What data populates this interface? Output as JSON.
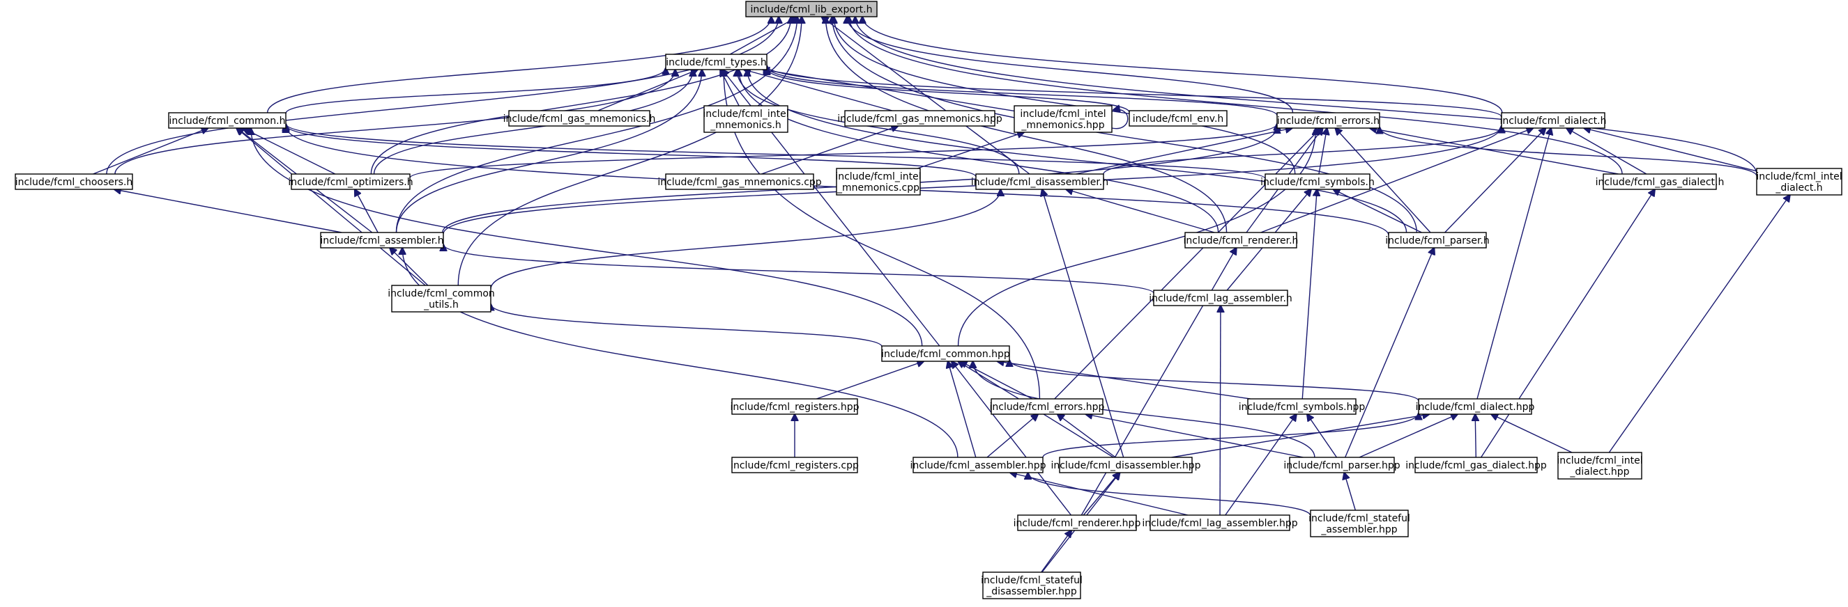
{
  "colors": {
    "edge": "#191970",
    "node_fill": "#ffffff",
    "root_fill": "#bfbfbf",
    "node_border": "#000000"
  },
  "nodes": [
    {
      "id": "lib_export",
      "lines": [
        "include/fcml_lib_export.h"
      ],
      "root": true
    },
    {
      "id": "types_h",
      "lines": [
        "include/fcml_types.h"
      ]
    },
    {
      "id": "common_h",
      "lines": [
        "include/fcml_common.h"
      ]
    },
    {
      "id": "gas_mnem_h",
      "lines": [
        "include/fcml_gas_mnemonics.h"
      ]
    },
    {
      "id": "intel_mnem_h",
      "lines": [
        "include/fcml_intel",
        "_mnemonics.h"
      ]
    },
    {
      "id": "gas_mnem_hpp",
      "lines": [
        "include/fcml_gas_mnemonics.hpp"
      ]
    },
    {
      "id": "intel_mnem_hpp",
      "lines": [
        "include/fcml_intel",
        "_mnemonics.hpp"
      ]
    },
    {
      "id": "env_h",
      "lines": [
        "include/fcml_env.h"
      ]
    },
    {
      "id": "errors_h",
      "lines": [
        "include/fcml_errors.h"
      ]
    },
    {
      "id": "dialect_h",
      "lines": [
        "include/fcml_dialect.h"
      ]
    },
    {
      "id": "choosers_h",
      "lines": [
        "include/fcml_choosers.h"
      ]
    },
    {
      "id": "optimizers_h",
      "lines": [
        "include/fcml_optimizers.h"
      ]
    },
    {
      "id": "gas_mnem_cpp",
      "lines": [
        "include/fcml_gas_mnemonics.cpp"
      ]
    },
    {
      "id": "intel_mnem_cpp",
      "lines": [
        "include/fcml_intel",
        "_mnemonics.cpp"
      ]
    },
    {
      "id": "disassembler_h",
      "lines": [
        "include/fcml_disassembler.h"
      ]
    },
    {
      "id": "symbols_h",
      "lines": [
        "include/fcml_symbols.h"
      ]
    },
    {
      "id": "gas_dialect_h",
      "lines": [
        "include/fcml_gas_dialect.h"
      ]
    },
    {
      "id": "intel_dialect_h",
      "lines": [
        "include/fcml_intel",
        "_dialect.h"
      ]
    },
    {
      "id": "assembler_h",
      "lines": [
        "include/fcml_assembler.h"
      ]
    },
    {
      "id": "renderer_h",
      "lines": [
        "include/fcml_renderer.h"
      ]
    },
    {
      "id": "parser_h",
      "lines": [
        "include/fcml_parser.h"
      ]
    },
    {
      "id": "common_utils_h",
      "lines": [
        "include/fcml_common",
        "_utils.h"
      ]
    },
    {
      "id": "lag_assembler_h",
      "lines": [
        "include/fcml_lag_assembler.h"
      ]
    },
    {
      "id": "common_hpp",
      "lines": [
        "include/fcml_common.hpp"
      ]
    },
    {
      "id": "registers_hpp",
      "lines": [
        "include/fcml_registers.hpp"
      ]
    },
    {
      "id": "errors_hpp",
      "lines": [
        "include/fcml_errors.hpp"
      ]
    },
    {
      "id": "symbols_hpp",
      "lines": [
        "include/fcml_symbols.hpp"
      ]
    },
    {
      "id": "dialect_hpp",
      "lines": [
        "include/fcml_dialect.hpp"
      ]
    },
    {
      "id": "registers_cpp",
      "lines": [
        "include/fcml_registers.cpp"
      ]
    },
    {
      "id": "assembler_hpp",
      "lines": [
        "include/fcml_assembler.hpp"
      ]
    },
    {
      "id": "disassembler_hpp",
      "lines": [
        "include/fcml_disassembler.hpp"
      ]
    },
    {
      "id": "parser_hpp",
      "lines": [
        "include/fcml_parser.hpp"
      ]
    },
    {
      "id": "gas_dialect_hpp",
      "lines": [
        "include/fcml_gas_dialect.hpp"
      ]
    },
    {
      "id": "intel_dialect_hpp",
      "lines": [
        "include/fcml_intel",
        "_dialect.hpp"
      ]
    },
    {
      "id": "stateful_asm_hpp",
      "lines": [
        "include/fcml_stateful",
        "_assembler.hpp"
      ]
    },
    {
      "id": "renderer_hpp",
      "lines": [
        "include/fcml_renderer.hpp"
      ]
    },
    {
      "id": "lag_assembler_hpp",
      "lines": [
        "include/fcml_lag_assembler.hpp"
      ]
    },
    {
      "id": "stateful_disasm_hpp",
      "lines": [
        "include/fcml_stateful",
        "_disassembler.hpp"
      ]
    }
  ],
  "edges": [
    [
      "types_h",
      "lib_export"
    ],
    [
      "common_h",
      "lib_export"
    ],
    [
      "choosers_h",
      "lib_export"
    ],
    [
      "optimizers_h",
      "lib_export"
    ],
    [
      "assembler_h",
      "lib_export"
    ],
    [
      "errors_h",
      "lib_export"
    ],
    [
      "dialect_h",
      "lib_export"
    ],
    [
      "gas_dialect_h",
      "lib_export"
    ],
    [
      "intel_dialect_h",
      "lib_export"
    ],
    [
      "disassembler_h",
      "lib_export"
    ],
    [
      "symbols_h",
      "lib_export"
    ],
    [
      "renderer_h",
      "lib_export"
    ],
    [
      "parser_h",
      "lib_export"
    ],
    [
      "common_utils_h",
      "lib_export"
    ],
    [
      "common_h",
      "types_h"
    ],
    [
      "gas_mnem_h",
      "types_h"
    ],
    [
      "intel_mnem_h",
      "types_h"
    ],
    [
      "gas_mnem_hpp",
      "types_h"
    ],
    [
      "intel_mnem_hpp",
      "types_h"
    ],
    [
      "env_h",
      "types_h"
    ],
    [
      "errors_h",
      "types_h"
    ],
    [
      "choosers_h",
      "types_h"
    ],
    [
      "optimizers_h",
      "types_h"
    ],
    [
      "assembler_h",
      "types_h"
    ],
    [
      "disassembler_h",
      "types_h"
    ],
    [
      "dialect_h",
      "types_h"
    ],
    [
      "common_hpp",
      "types_h"
    ],
    [
      "errors_hpp",
      "types_h"
    ],
    [
      "renderer_h",
      "types_h"
    ],
    [
      "parser_h",
      "types_h"
    ],
    [
      "intel_mnem_hpp",
      "intel_mnem_hpp"
    ],
    [
      "gas_mnem_cpp",
      "gas_mnem_hpp"
    ],
    [
      "intel_mnem_cpp",
      "intel_mnem_hpp"
    ],
    [
      "choosers_h",
      "common_h"
    ],
    [
      "optimizers_h",
      "common_h"
    ],
    [
      "assembler_h",
      "common_h"
    ],
    [
      "common_utils_h",
      "common_h"
    ],
    [
      "common_hpp",
      "common_h"
    ],
    [
      "disassembler_h",
      "common_h"
    ],
    [
      "parser_h",
      "common_h"
    ],
    [
      "symbols_h",
      "common_h"
    ],
    [
      "optimizers_h",
      "errors_h"
    ],
    [
      "assembler_h",
      "errors_h"
    ],
    [
      "disassembler_h",
      "errors_h"
    ],
    [
      "symbols_h",
      "errors_h"
    ],
    [
      "renderer_h",
      "errors_h"
    ],
    [
      "parser_h",
      "errors_h"
    ],
    [
      "gas_dialect_h",
      "errors_h"
    ],
    [
      "intel_dialect_h",
      "errors_h"
    ],
    [
      "common_hpp",
      "errors_h"
    ],
    [
      "errors_hpp",
      "errors_h"
    ],
    [
      "disassembler_h",
      "dialect_h"
    ],
    [
      "renderer_h",
      "dialect_h"
    ],
    [
      "parser_h",
      "dialect_h"
    ],
    [
      "gas_dialect_h",
      "dialect_h"
    ],
    [
      "intel_dialect_h",
      "dialect_h"
    ],
    [
      "assembler_h",
      "dialect_h"
    ],
    [
      "dialect_hpp",
      "dialect_h"
    ],
    [
      "assembler_h",
      "choosers_h"
    ],
    [
      "assembler_h",
      "optimizers_h"
    ],
    [
      "common_utils_h",
      "assembler_h"
    ],
    [
      "lag_assembler_h",
      "assembler_h"
    ],
    [
      "assembler_hpp",
      "assembler_h"
    ],
    [
      "renderer_h",
      "disassembler_h"
    ],
    [
      "common_utils_h",
      "disassembler_h"
    ],
    [
      "disassembler_hpp",
      "disassembler_h"
    ],
    [
      "parser_h",
      "symbols_h"
    ],
    [
      "lag_assembler_h",
      "symbols_h"
    ],
    [
      "symbols_hpp",
      "symbols_h"
    ],
    [
      "renderer_hpp",
      "renderer_h"
    ],
    [
      "parser_hpp",
      "parser_h"
    ],
    [
      "gas_dialect_hpp",
      "gas_dialect_h"
    ],
    [
      "intel_dialect_hpp",
      "intel_dialect_h"
    ],
    [
      "common_hpp",
      "common_utils_h"
    ],
    [
      "lag_assembler_hpp",
      "lag_assembler_h"
    ],
    [
      "registers_hpp",
      "common_hpp"
    ],
    [
      "errors_hpp",
      "common_hpp"
    ],
    [
      "symbols_hpp",
      "common_hpp"
    ],
    [
      "dialect_hpp",
      "common_hpp"
    ],
    [
      "assembler_hpp",
      "common_hpp"
    ],
    [
      "disassembler_hpp",
      "common_hpp"
    ],
    [
      "parser_hpp",
      "common_hpp"
    ],
    [
      "renderer_hpp",
      "common_hpp"
    ],
    [
      "registers_cpp",
      "registers_hpp"
    ],
    [
      "assembler_hpp",
      "errors_hpp"
    ],
    [
      "disassembler_hpp",
      "errors_hpp"
    ],
    [
      "parser_hpp",
      "errors_hpp"
    ],
    [
      "parser_hpp",
      "symbols_hpp"
    ],
    [
      "lag_assembler_hpp",
      "symbols_hpp"
    ],
    [
      "assembler_hpp",
      "dialect_hpp"
    ],
    [
      "disassembler_hpp",
      "dialect_hpp"
    ],
    [
      "parser_hpp",
      "dialect_hpp"
    ],
    [
      "gas_dialect_hpp",
      "dialect_hpp"
    ],
    [
      "intel_dialect_hpp",
      "dialect_hpp"
    ],
    [
      "lag_assembler_hpp",
      "assembler_hpp"
    ],
    [
      "stateful_asm_hpp",
      "assembler_hpp"
    ],
    [
      "renderer_hpp",
      "disassembler_hpp"
    ],
    [
      "stateful_disasm_hpp",
      "disassembler_hpp"
    ],
    [
      "stateful_asm_hpp",
      "parser_hpp"
    ],
    [
      "stateful_disasm_hpp",
      "renderer_hpp"
    ]
  ]
}
